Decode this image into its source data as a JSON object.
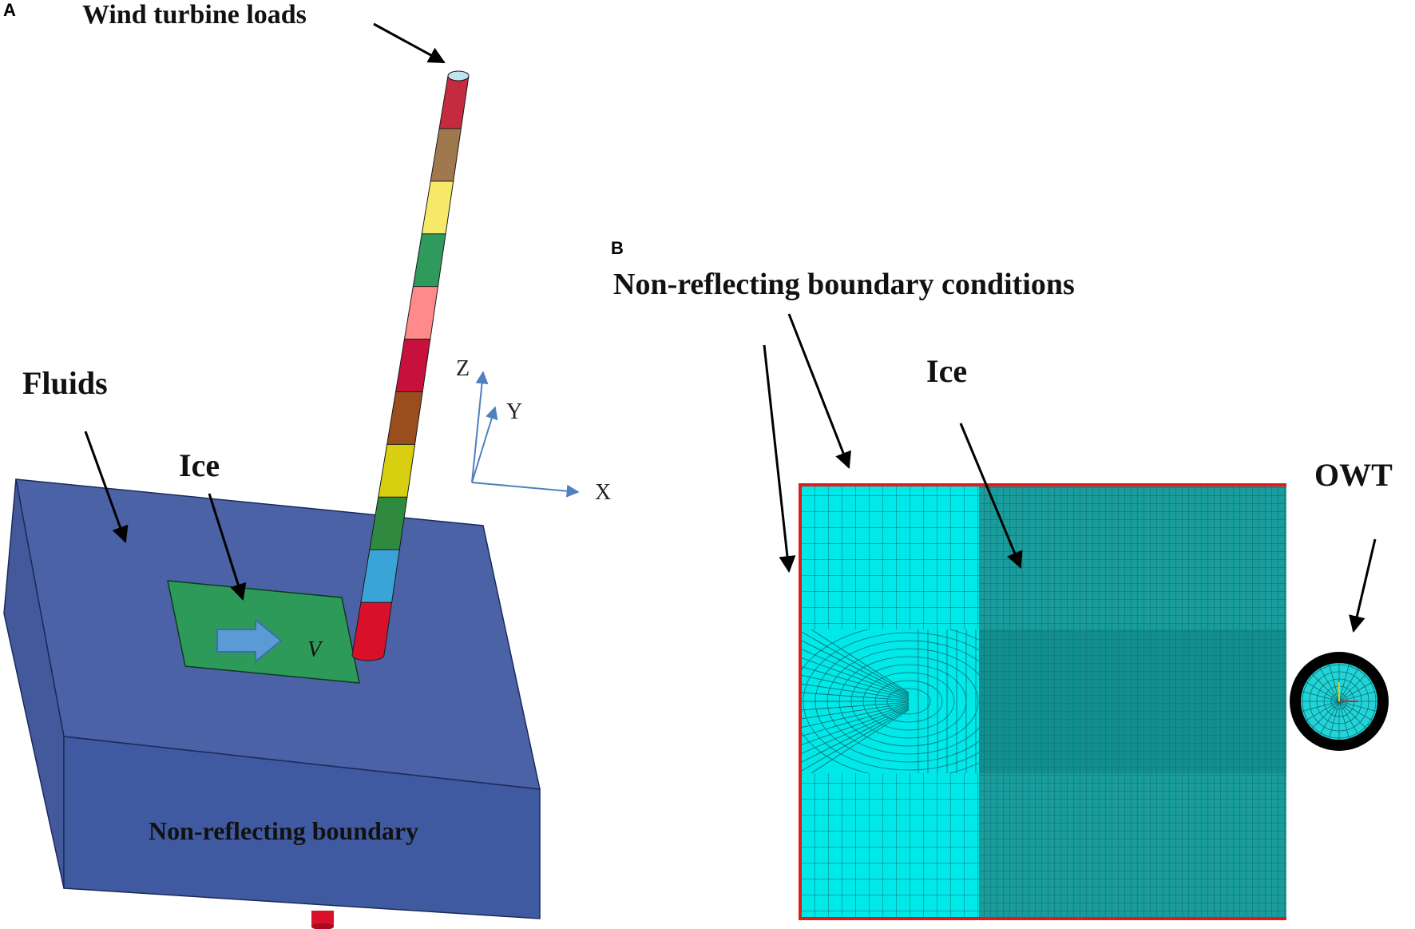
{
  "panel_a": {
    "letter": "A",
    "wind_turbine_label": "Wind turbine loads",
    "fluids_label": "Fluids",
    "ice_label": "Ice",
    "velocity_label": "V",
    "boundary_label": "Non-reflecting boundary",
    "axes": {
      "x": "X",
      "y": "Y",
      "z": "Z"
    },
    "tower_segment_colors": [
      "#c62a3f",
      "#a0784e",
      "#f7e96a",
      "#2e9a5c",
      "#ff8a8a",
      "#c8103d",
      "#9a4e1e",
      "#d8cf10",
      "#2f8a3f",
      "#3aa3d8",
      "#d8102a"
    ],
    "colors": {
      "fluid_top": "#4b62a6",
      "fluid_side": "#3f5aa0",
      "ice": "#2e9a5a",
      "arrow": "#5b9bd5",
      "axis": "#4f81bd"
    }
  },
  "panel_b": {
    "letter": "B",
    "nrbc_label": "Non-reflecting boundary conditions",
    "ice_label": "Ice",
    "owt_label": "OWT",
    "colors": {
      "mesh_light": "#00e8e8",
      "mesh_dark": "#1a9c9c",
      "boundary": "#e31a1a"
    }
  }
}
